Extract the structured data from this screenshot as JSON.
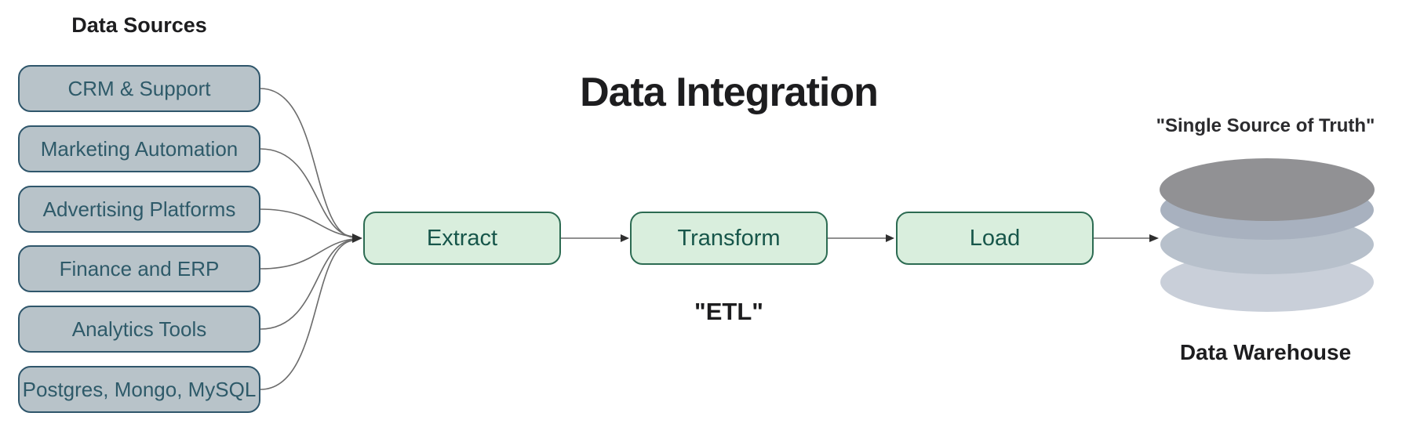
{
  "title": "Data Integration",
  "sources": {
    "heading": "Data Sources",
    "items": [
      "CRM & Support",
      "Marketing Automation",
      "Advertising Platforms",
      "Finance and ERP",
      "Analytics Tools",
      "Postgres, Mongo, MySQL"
    ]
  },
  "pipeline": {
    "steps": [
      "Extract",
      "Transform",
      "Load"
    ],
    "caption": "\"ETL\""
  },
  "warehouse": {
    "quote": "\"Single Source of Truth\"",
    "label": "Data Warehouse",
    "icon": "database-cylinder-icon"
  },
  "colors": {
    "heading_text": "#1d1d1f",
    "source_fill": "#b8c3c9",
    "source_border": "#2f566b",
    "source_text": "#2e5a69",
    "step_fill": "#d9eedd",
    "step_border": "#2c6b52",
    "step_text": "#17564a",
    "connector": "#6b6b6b",
    "arrowhead": "#2f2f2f",
    "cylinder_layers": [
      "#919194",
      "#a8b1bf",
      "#b7c0cb",
      "#c9cfd9"
    ]
  }
}
